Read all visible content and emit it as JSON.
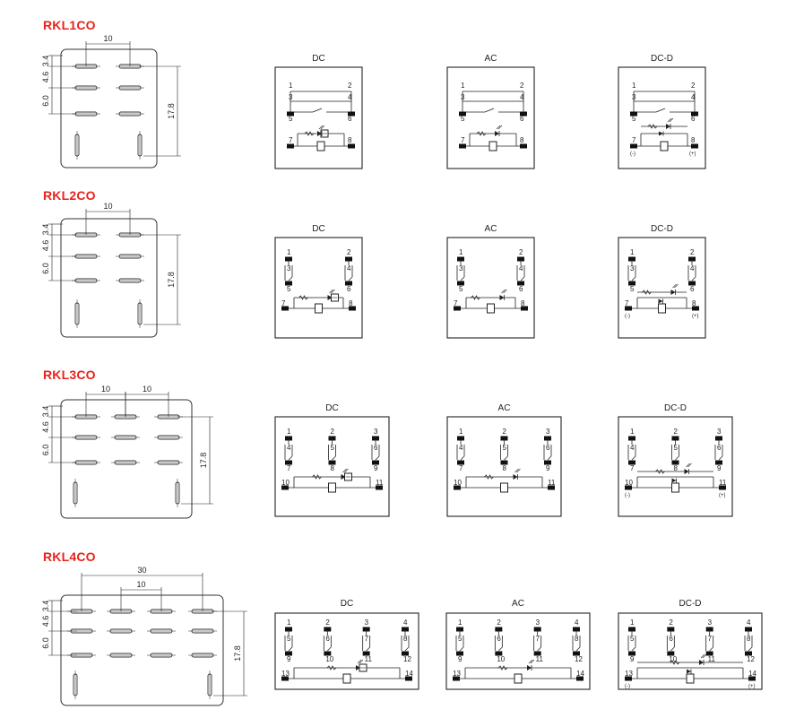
{
  "sections": [
    {
      "title": "RKL1CO",
      "dims": {
        "pitch": "10",
        "row1": "3.4",
        "row2": "4.6",
        "row3": "6.0",
        "height": "17.8"
      },
      "variants": [
        {
          "label": "DC",
          "terminals": [
            "1",
            "2",
            "3",
            "4",
            "5",
            "6",
            "7",
            "8"
          ],
          "polarity": []
        },
        {
          "label": "AC",
          "terminals": [
            "1",
            "2",
            "3",
            "4",
            "5",
            "6",
            "7",
            "8"
          ],
          "polarity": []
        },
        {
          "label": "DC-D",
          "terminals": [
            "1",
            "2",
            "3",
            "4",
            "5",
            "6",
            "7",
            "8"
          ],
          "polarity": [
            "(-)",
            "(+)"
          ]
        }
      ]
    },
    {
      "title": "RKL2CO",
      "dims": {
        "pitch": "10",
        "row1": "3.4",
        "row2": "4.6",
        "row3": "6.0",
        "height": "17.8"
      },
      "variants": [
        {
          "label": "DC",
          "terminals": [
            "1",
            "2",
            "3",
            "4",
            "5",
            "6",
            "7",
            "8"
          ],
          "polarity": []
        },
        {
          "label": "AC",
          "terminals": [
            "1",
            "2",
            "3",
            "4",
            "5",
            "6",
            "7",
            "8"
          ],
          "polarity": []
        },
        {
          "label": "DC-D",
          "terminals": [
            "1",
            "2",
            "3",
            "4",
            "5",
            "6",
            "7",
            "8"
          ],
          "polarity": [
            "(-)",
            "(+)"
          ]
        }
      ]
    },
    {
      "title": "RKL3CO",
      "dims": {
        "pitch": "10",
        "pitch2": "10",
        "row1": "3.4",
        "row2": "4.6",
        "row3": "6.0",
        "height": "17.8"
      },
      "variants": [
        {
          "label": "DC",
          "terminals": [
            "1",
            "2",
            "3",
            "4",
            "5",
            "6",
            "7",
            "8",
            "9",
            "10",
            "11"
          ],
          "polarity": []
        },
        {
          "label": "AC",
          "terminals": [
            "1",
            "2",
            "3",
            "4",
            "5",
            "6",
            "7",
            "8",
            "9",
            "10",
            "11"
          ],
          "polarity": []
        },
        {
          "label": "DC-D",
          "terminals": [
            "1",
            "2",
            "3",
            "4",
            "5",
            "6",
            "7",
            "8",
            "9",
            "10",
            "11"
          ],
          "polarity": [
            "(-)",
            "(+)"
          ]
        }
      ]
    },
    {
      "title": "RKL4CO",
      "dims": {
        "pitch": "10",
        "span": "30",
        "row1": "3.4",
        "row2": "4.6",
        "row3": "6.0",
        "height": "17.8"
      },
      "variants": [
        {
          "label": "DC",
          "terminals": [
            "1",
            "2",
            "3",
            "4",
            "5",
            "6",
            "7",
            "8",
            "9",
            "10",
            "11",
            "12",
            "13",
            "14"
          ],
          "polarity": []
        },
        {
          "label": "AC",
          "terminals": [
            "1",
            "2",
            "3",
            "4",
            "5",
            "6",
            "7",
            "8",
            "9",
            "10",
            "11",
            "12",
            "13",
            "14"
          ],
          "polarity": []
        },
        {
          "label": "DC-D",
          "terminals": [
            "1",
            "2",
            "3",
            "4",
            "5",
            "6",
            "7",
            "8",
            "9",
            "10",
            "11",
            "12",
            "13",
            "14"
          ],
          "polarity": [
            "(-)",
            "(+)"
          ]
        }
      ]
    }
  ]
}
